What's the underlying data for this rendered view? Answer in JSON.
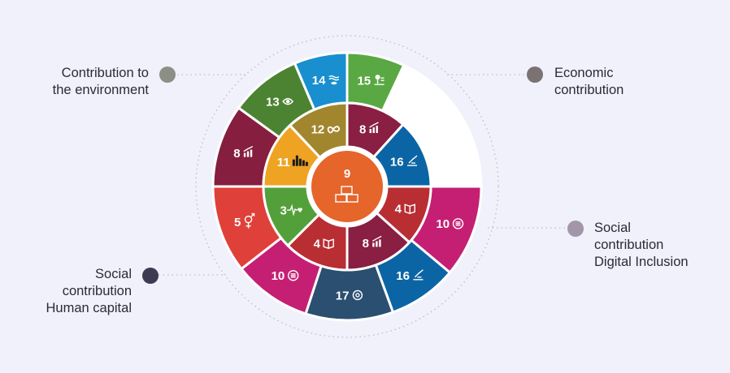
{
  "labels": {
    "environment": [
      "Contribution to",
      "the environment"
    ],
    "economic": [
      "Economic",
      "contribution"
    ],
    "digital": [
      "Social",
      "contribution",
      "Digital Inclusion"
    ],
    "human": [
      "Social",
      "contribution",
      "Human capital"
    ]
  },
  "dot_colors": {
    "environment": "#8c8f86",
    "economic": "#7b7273",
    "digital": "#a496a9",
    "human": "#3c3b53"
  },
  "center": {
    "number": "9",
    "color": "#e5652a",
    "icon": "blocks-icon"
  },
  "outer_ring": [
    {
      "number": "15",
      "icon": "life-on-land-icon",
      "color": "#5aa843"
    },
    {
      "number": "",
      "icon": "",
      "color": "#ffffff"
    },
    {
      "number": "10",
      "icon": "reduced-inequalities-icon",
      "color": "#c51f73"
    },
    {
      "number": "16",
      "icon": "peace-justice-icon",
      "color": "#0b65a5"
    },
    {
      "number": "17",
      "icon": "partnerships-icon",
      "color": "#2a4f70"
    },
    {
      "number": "10",
      "icon": "reduced-inequalities-icon",
      "color": "#c51f73"
    },
    {
      "number": "5",
      "icon": "gender-equality-icon",
      "color": "#e0403a"
    },
    {
      "number": "8",
      "icon": "economic-growth-icon",
      "color": "#861e3f"
    },
    {
      "number": "13",
      "icon": "climate-action-icon",
      "color": "#4c8332"
    },
    {
      "number": "14",
      "icon": "life-below-water-icon",
      "color": "#198fd0"
    }
  ],
  "inner_ring": [
    {
      "number": "8",
      "icon": "economic-growth-icon",
      "color": "#891f42"
    },
    {
      "number": "16",
      "icon": "peace-justice-icon",
      "color": "#0b65a5"
    },
    {
      "number": "4",
      "icon": "quality-education-icon",
      "color": "#b82e32"
    },
    {
      "number": "8",
      "icon": "economic-growth-icon",
      "color": "#891f42"
    },
    {
      "number": "4",
      "icon": "quality-education-icon",
      "color": "#b82e32"
    },
    {
      "number": "3",
      "icon": "good-health-icon",
      "color": "#53a03b"
    },
    {
      "number": "11",
      "icon": "sustainable-cities-icon",
      "color": "#eea323"
    },
    {
      "number": "12",
      "icon": "responsible-consumption-icon",
      "color": "#a2862e"
    }
  ]
}
